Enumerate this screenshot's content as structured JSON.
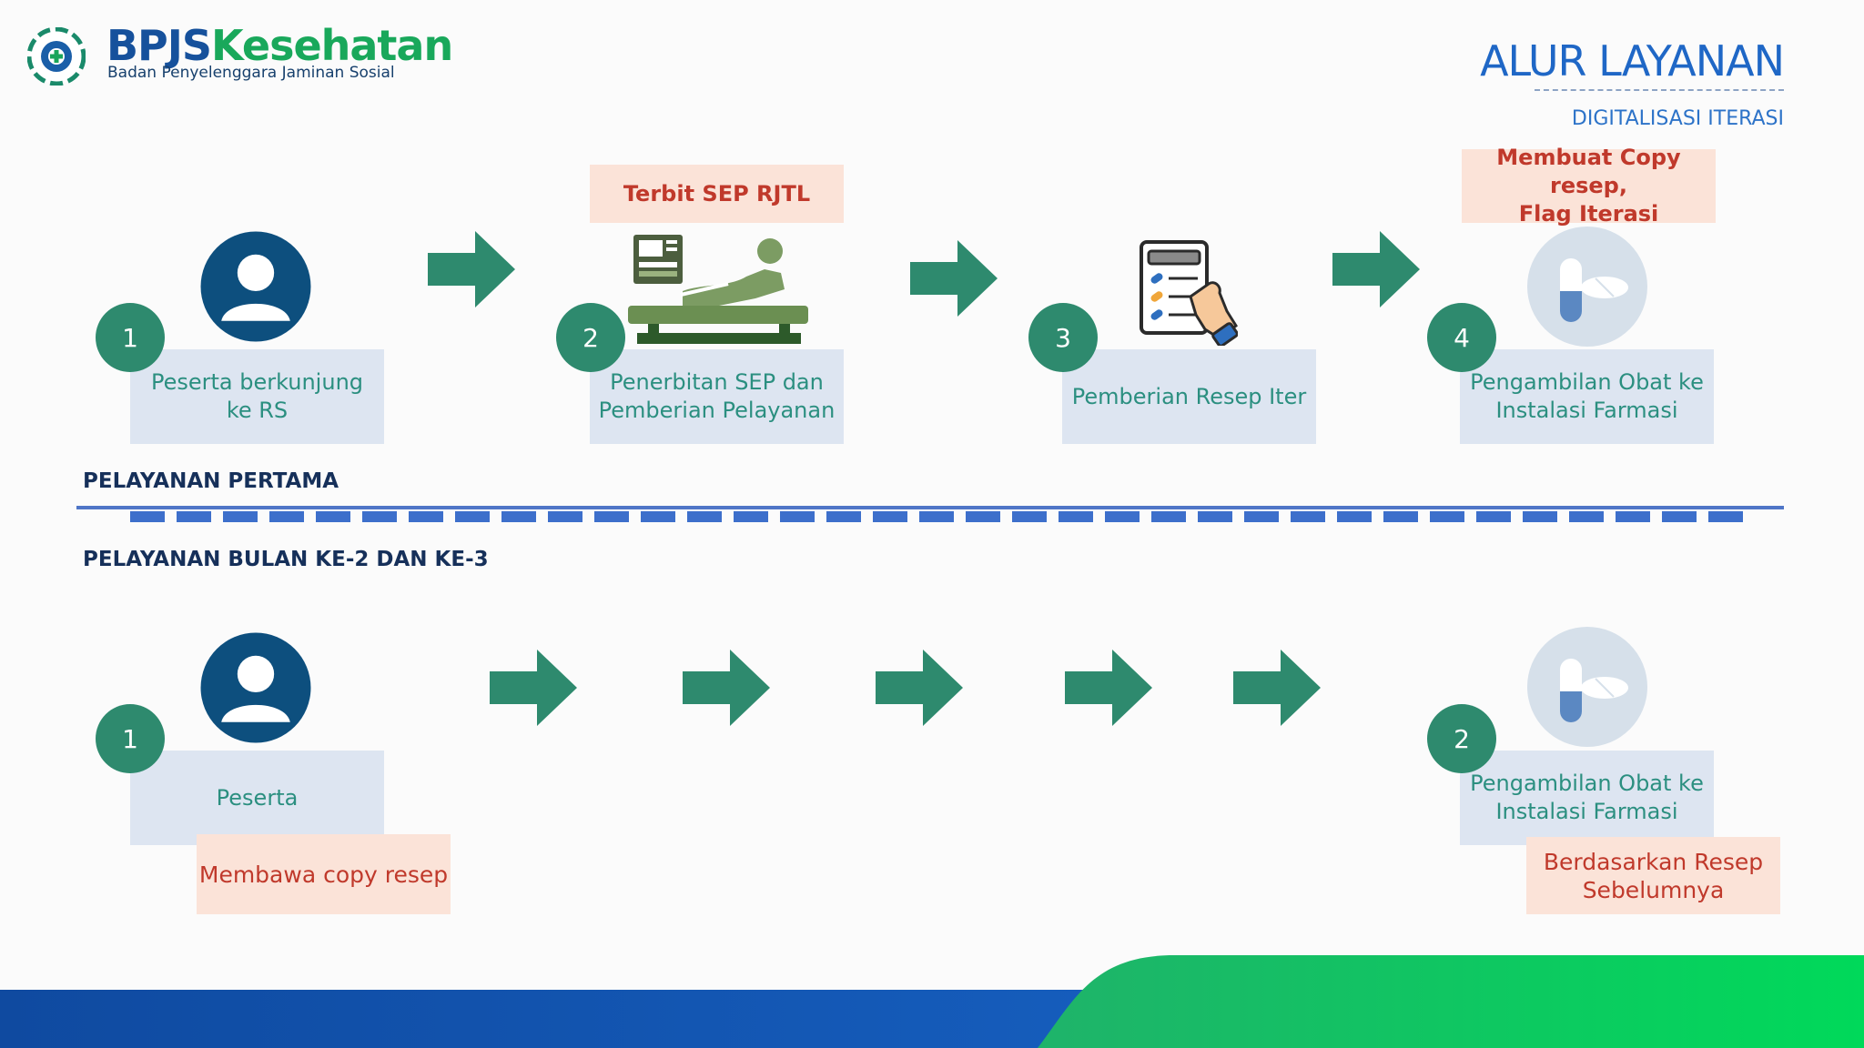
{
  "header": {
    "brand_part1": "BPJS",
    "brand_part2": "Kesehatan",
    "brand_sub": "Badan Penyelenggara Jaminan Sosial",
    "title": "ALUR LAYANAN",
    "subtitle": "DIGITALISASI ITERASI"
  },
  "sections": {
    "first": "PELAYANAN PERTAMA",
    "second": "PELAYANAN BULAN KE-2 DAN KE-3"
  },
  "first_flow": {
    "steps": [
      {
        "num": "1",
        "label": "Peserta berkunjung\nke RS"
      },
      {
        "num": "2",
        "label": "Penerbitan SEP dan\nPemberian Pelayanan"
      },
      {
        "num": "3",
        "label": "Pemberian Resep Iter"
      },
      {
        "num": "4",
        "label": "Pengambilan Obat ke\nInstalasi Farmasi"
      }
    ],
    "notes": {
      "sep": "Terbit SEP RJTL",
      "copy": "Membuat Copy\nresep,\nFlag Iterasi"
    }
  },
  "second_flow": {
    "steps": [
      {
        "num": "1",
        "label": "Peserta"
      },
      {
        "num": "2",
        "label": "Pengambilan Obat ke\nInstalasi Farmasi"
      }
    ],
    "notes": {
      "copy": "Membawa copy resep",
      "based": "Berdasarkan Resep\nSebelumnya"
    }
  },
  "colors": {
    "step_circle": "#2e8a6e",
    "arrow": "#2e8a6e",
    "label_box": "#dde5f1",
    "note_box": "#fbe3d8",
    "note_text": "#c0392b",
    "title": "#1f67c6",
    "footer_blue": "#0f4fa0",
    "footer_green": "#0ccf5a"
  },
  "icons": [
    "bpjs-logo-icon",
    "person-icon",
    "hospital-bed-icon",
    "prescription-icon",
    "pill-icon",
    "arrow-right-icon"
  ]
}
